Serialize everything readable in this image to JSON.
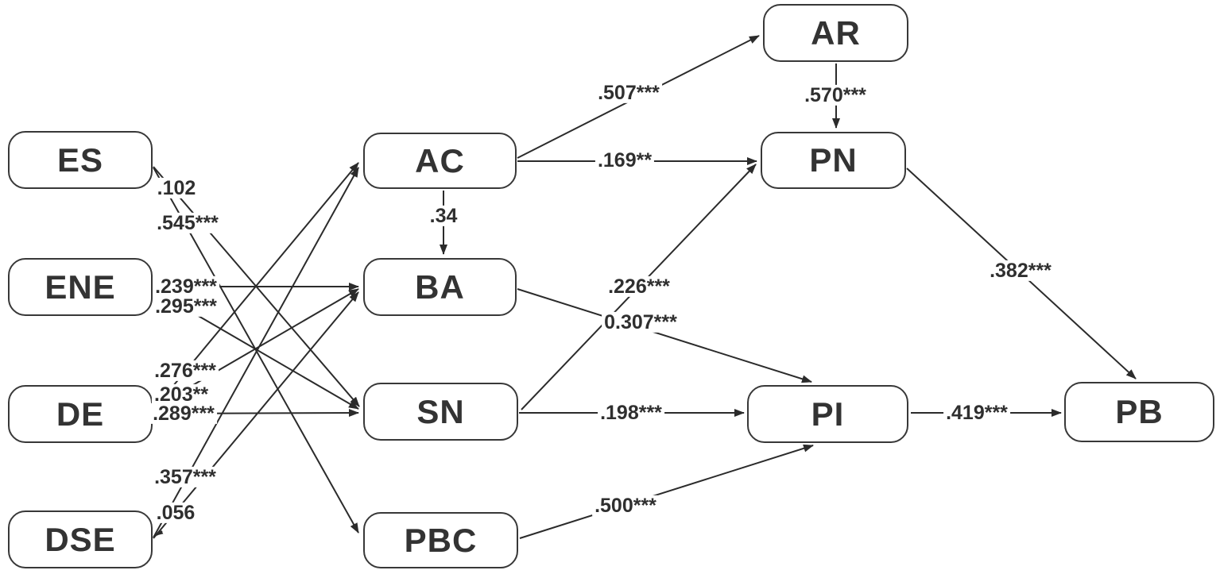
{
  "diagram": {
    "type": "sem-path-diagram",
    "nodes": [
      {
        "id": "ES",
        "label": "ES"
      },
      {
        "id": "ENE",
        "label": "ENE"
      },
      {
        "id": "DE",
        "label": "DE"
      },
      {
        "id": "DSE",
        "label": "DSE"
      },
      {
        "id": "AC",
        "label": "AC"
      },
      {
        "id": "BA",
        "label": "BA"
      },
      {
        "id": "SN",
        "label": "SN"
      },
      {
        "id": "PBC",
        "label": "PBC"
      },
      {
        "id": "AR",
        "label": "AR"
      },
      {
        "id": "PN",
        "label": "PN"
      },
      {
        "id": "PI",
        "label": "PI"
      },
      {
        "id": "PB",
        "label": "PB"
      }
    ],
    "edges": [
      {
        "from": "ES",
        "to": "SN",
        "label": ".102"
      },
      {
        "from": "ES",
        "to": "PBC",
        "label": ".545***"
      },
      {
        "from": "ENE",
        "to": "BA",
        "label": ".239***"
      },
      {
        "from": "ENE",
        "to": "SN",
        "label": ".295***"
      },
      {
        "from": "DE",
        "to": "AC",
        "label": ".276***"
      },
      {
        "from": "DE",
        "to": "BA",
        "label": ".203**"
      },
      {
        "from": "DE",
        "to": "SN",
        "label": ".289***"
      },
      {
        "from": "DSE",
        "to": "AC",
        "label": ".357***"
      },
      {
        "from": "DSE",
        "to": "BA",
        "label": ".056"
      },
      {
        "from": "AC",
        "to": "AR",
        "label": ".507***"
      },
      {
        "from": "AC",
        "to": "PN",
        "label": ".169**"
      },
      {
        "from": "AC",
        "to": "BA",
        "label": ".34"
      },
      {
        "from": "AR",
        "to": "PN",
        "label": ".570***"
      },
      {
        "from": "SN",
        "to": "PN",
        "label": ".226***"
      },
      {
        "from": "BA",
        "to": "PI",
        "label": "0.307***"
      },
      {
        "from": "SN",
        "to": "PI",
        "label": ".198***"
      },
      {
        "from": "PBC",
        "to": "PI",
        "label": ".500***"
      },
      {
        "from": "PN",
        "to": "PB",
        "label": ".382***"
      },
      {
        "from": "PI",
        "to": "PB",
        "label": ".419***"
      }
    ],
    "colors": {
      "line": "#2b2b2b",
      "box_border": "#383838",
      "box_fill": "#ffffff",
      "text": "#2f2f2f",
      "background": "#ffffff"
    }
  }
}
